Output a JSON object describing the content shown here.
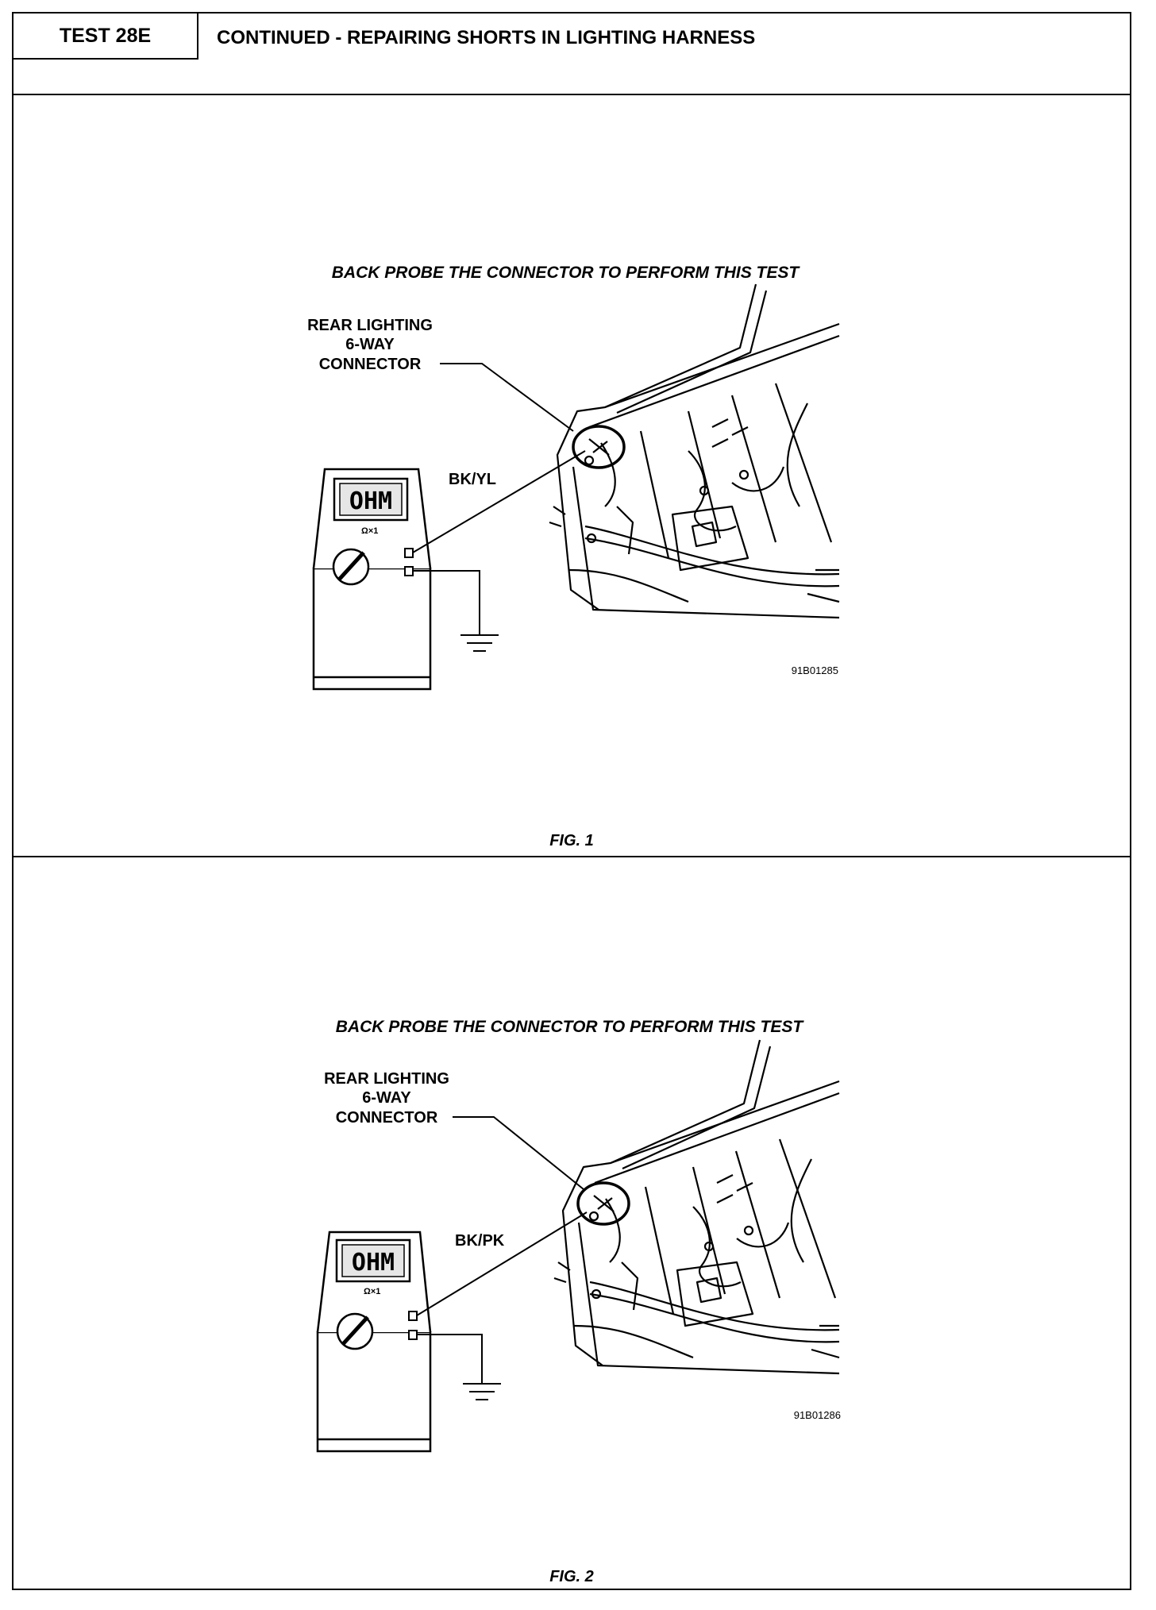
{
  "header": {
    "test_id": "TEST 28E",
    "title": "CONTINUED - REPAIRING SHORTS IN LIGHTING HARNESS"
  },
  "figures": [
    {
      "caption": "BACK PROBE THE CONNECTOR TO PERFORM THIS TEST",
      "connector_label": [
        "REAR LIGHTING",
        "6-WAY",
        "CONNECTOR"
      ],
      "wire_label": "BK/YL",
      "meter_display": "OHM",
      "meter_range": "Ω×1",
      "image_code": "91B01285",
      "fig_label": "FIG. 1"
    },
    {
      "caption": "BACK PROBE THE CONNECTOR TO PERFORM THIS TEST",
      "connector_label": [
        "REAR LIGHTING",
        "6-WAY",
        "CONNECTOR"
      ],
      "wire_label": "BK/PK",
      "meter_display": "OHM",
      "meter_range": "Ω×1",
      "image_code": "91B01286",
      "fig_label": "FIG. 2"
    }
  ],
  "colors": {
    "ink": "#000000",
    "paper": "#ffffff",
    "lcd": "#e6e6e6"
  }
}
